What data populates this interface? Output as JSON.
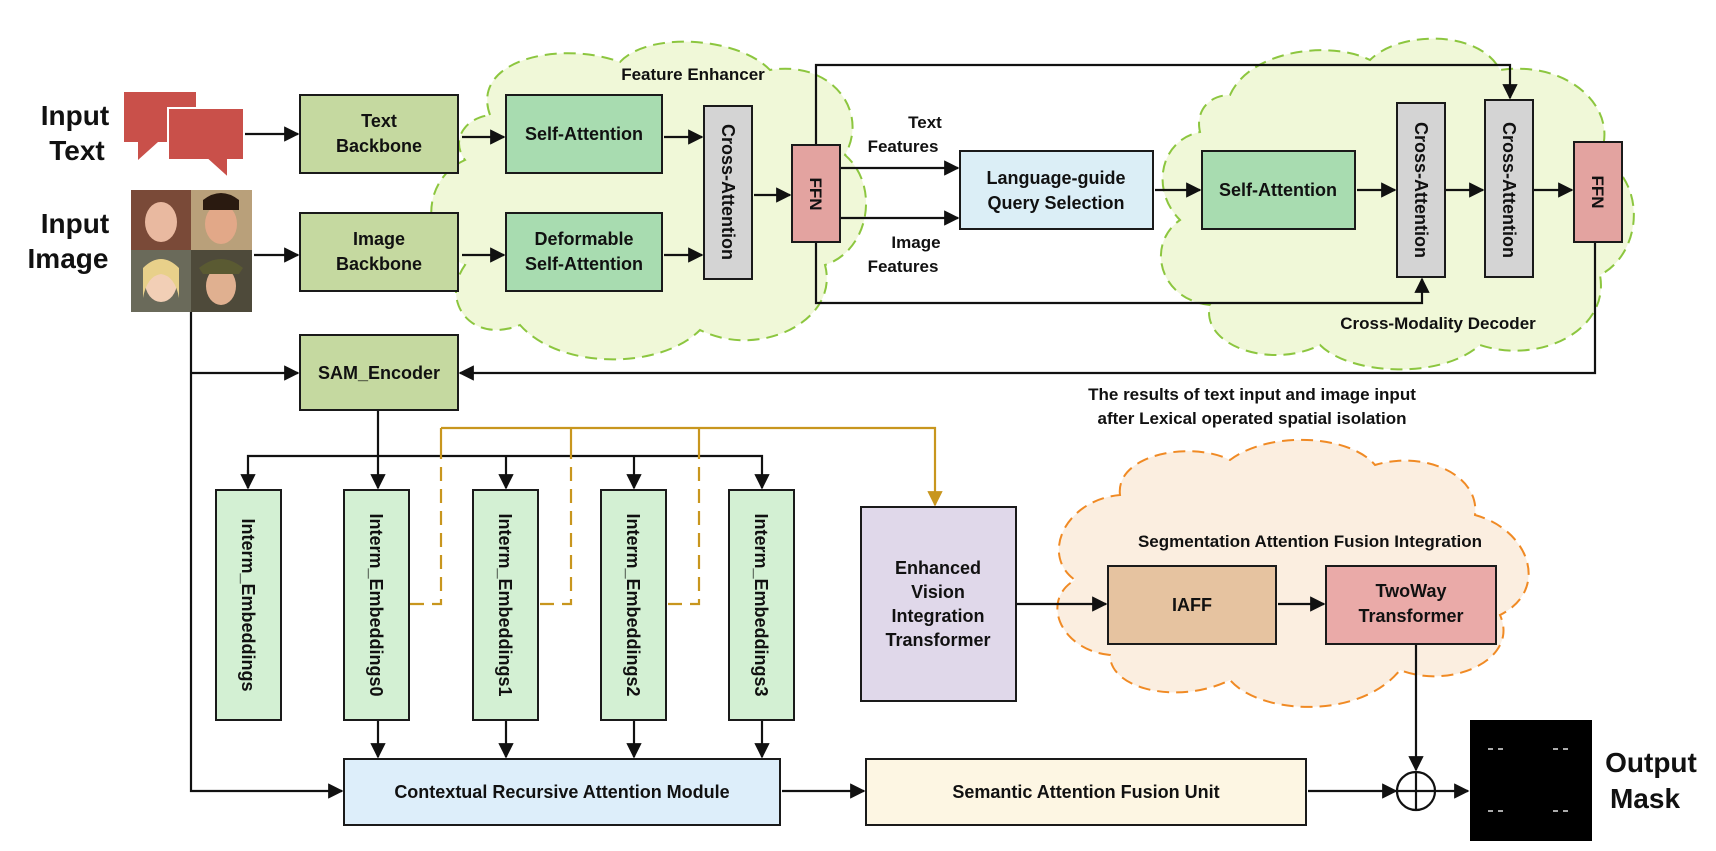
{
  "inputs": {
    "text_label": [
      "Input",
      "Text"
    ],
    "image_label": [
      "Input",
      "Image"
    ]
  },
  "backbones": {
    "text": [
      "Text",
      "Backbone"
    ],
    "image": [
      "Image",
      "Backbone"
    ]
  },
  "feature_enhancer": {
    "title": "Feature Enhancer",
    "self_attention": "Self-Attention",
    "deformable": [
      "Deformable",
      "Self-Attention"
    ],
    "cross_attention": "Cross-Attention",
    "ffn": "FFN"
  },
  "flows": {
    "text_features": [
      "Text",
      "Features"
    ],
    "image_features": [
      "Image",
      "Features"
    ]
  },
  "query_selection": [
    "Language-guide",
    "Query Selection"
  ],
  "decoder": {
    "title": "Cross-Modality Decoder",
    "self_attention": "Self-Attention",
    "cross_attention_1": "Cross-Attention",
    "cross_attention_2": "Cross-Attention",
    "ffn": "FFN"
  },
  "sam_encoder": "SAM_Encoder",
  "results_note": [
    "The results of text input and image input",
    "after Lexical operated spatial isolation"
  ],
  "embeddings": [
    "Interm_Embeddings",
    "Interm_Embeddings0",
    "Interm_Embeddings1",
    "Interm_Embeddings2",
    "Interm_Embeddings3"
  ],
  "evit": [
    "Enhanced",
    "Vision",
    "Integration",
    "Transformer"
  ],
  "seg_fusion": {
    "title": "Segmentation Attention Fusion Integration",
    "iaff": "IAFF",
    "twoway": [
      "TwoWay",
      "Transformer"
    ]
  },
  "cram": "Contextual Recursive Attention Module",
  "safu": "Semantic Attention Fusion Unit",
  "output": [
    "Output",
    "Mask"
  ],
  "colors": {
    "backbone": "#c5d9a0",
    "attention": "#a8dcb0",
    "cross": "#d4d4d4",
    "ffn": "#e3a3a0",
    "query": "#dbeef6",
    "embedding": "#d3f0d3",
    "evit": "#e0d8ea",
    "iaff": "#e6c3a0",
    "twoway": "#eaaaa8",
    "cram": "#ddeefa",
    "safu": "#fdf6e3",
    "cloud_green": "#f0f8d8",
    "cloud_orange": "#fbeee0",
    "gold_line": "#c8961e"
  }
}
